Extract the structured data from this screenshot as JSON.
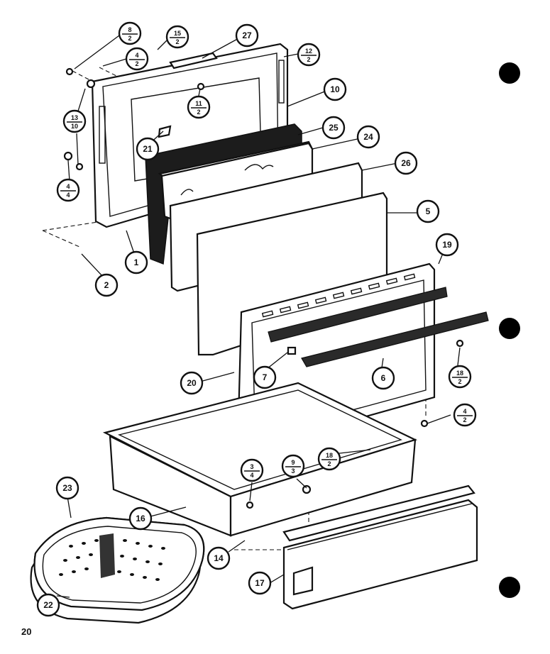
{
  "page_number": "20",
  "callouts": [
    {
      "id": "c-8-2",
      "top": "8",
      "bottom": "2"
    },
    {
      "id": "c-15-2",
      "top": "15",
      "bottom": "2"
    },
    {
      "id": "c-4-2a",
      "top": "4",
      "bottom": "2"
    },
    {
      "id": "c-27",
      "label": "27"
    },
    {
      "id": "c-12-2",
      "top": "12",
      "bottom": "2"
    },
    {
      "id": "c-10",
      "label": "10"
    },
    {
      "id": "c-11-2",
      "top": "11",
      "bottom": "2"
    },
    {
      "id": "c-13-10",
      "top": "13",
      "bottom": "10"
    },
    {
      "id": "c-21",
      "label": "21"
    },
    {
      "id": "c-25",
      "label": "25"
    },
    {
      "id": "c-24",
      "label": "24"
    },
    {
      "id": "c-26",
      "label": "26"
    },
    {
      "id": "c-4-4",
      "top": "4",
      "bottom": "4"
    },
    {
      "id": "c-5",
      "label": "5"
    },
    {
      "id": "c-1",
      "label": "1"
    },
    {
      "id": "c-2",
      "label": "2"
    },
    {
      "id": "c-19",
      "label": "19"
    },
    {
      "id": "c-7",
      "label": "7"
    },
    {
      "id": "c-6",
      "label": "6"
    },
    {
      "id": "c-18-2a",
      "top": "18",
      "bottom": "2"
    },
    {
      "id": "c-20",
      "label": "20"
    },
    {
      "id": "c-4-2b",
      "top": "4",
      "bottom": "2"
    },
    {
      "id": "c-18-2b",
      "top": "18",
      "bottom": "2"
    },
    {
      "id": "c-3-4",
      "top": "3",
      "bottom": "4"
    },
    {
      "id": "c-9-3",
      "top": "9",
      "bottom": "3"
    },
    {
      "id": "c-23",
      "label": "23"
    },
    {
      "id": "c-16",
      "label": "16"
    },
    {
      "id": "c-14",
      "label": "14"
    },
    {
      "id": "c-17",
      "label": "17"
    },
    {
      "id": "c-22",
      "label": "22"
    }
  ]
}
